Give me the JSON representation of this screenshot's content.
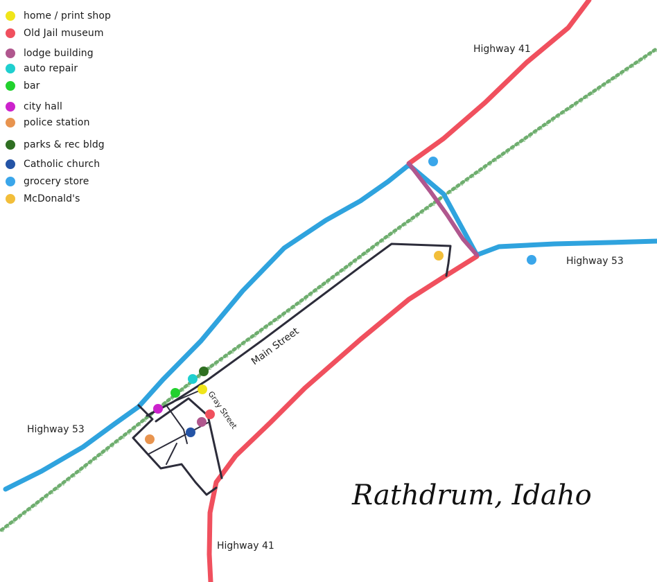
{
  "legend": [
    {
      "label": "home / print shop",
      "color": "#f0e51a"
    },
    {
      "label": "Old Jail museum",
      "color": "#f0505e"
    },
    {
      "label": "lodge building",
      "color": "#b0578e"
    },
    {
      "label": "auto repair",
      "color": "#1fcfcf"
    },
    {
      "label": "bar",
      "color": "#22d12e"
    },
    {
      "label": "city hall",
      "color": "#cc22cc"
    },
    {
      "label": "police station",
      "color": "#e8944f"
    },
    {
      "label": "parks & rec bldg",
      "color": "#2f6f22"
    },
    {
      "label": "Catholic church",
      "color": "#2454a6"
    },
    {
      "label": "grocery store",
      "color": "#3aa6ea"
    },
    {
      "label": "McDonald's",
      "color": "#f2be3a"
    }
  ],
  "labels": {
    "hwy41_top": "Highway 41",
    "hwy53_right": "Highway 53",
    "hwy53_left": "Highway 53",
    "hwy41_bottom": "Highway 41",
    "main_street": "Main Street",
    "gray_street": "Gray Street",
    "title": "Rathdrum, Idaho"
  },
  "colors": {
    "highway41": "#f0505e",
    "highway53": "#2fa3de",
    "connector": "#b0578e",
    "railroad": "#6fae6f",
    "streets": "#2c2c3a"
  }
}
